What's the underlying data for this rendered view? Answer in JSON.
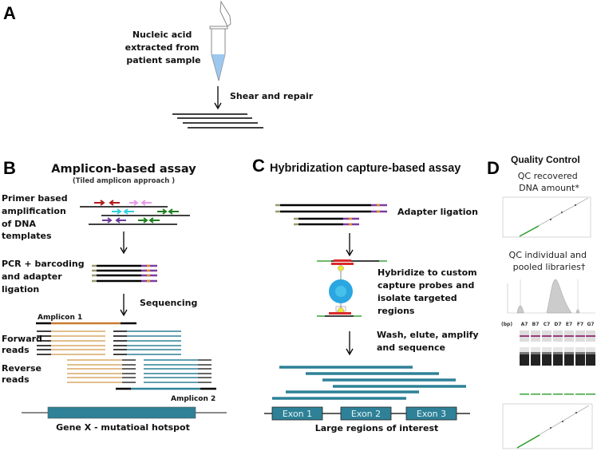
{
  "panel_a": {
    "letter": "A",
    "sample_label": [
      "Nucleic acid",
      "extracted from",
      "patient sample"
    ],
    "step_label": "Shear and repair"
  },
  "panel_b": {
    "letter": "B",
    "title": "Amplicon-based assay",
    "subtitle": "(Tiled amplicon approach )",
    "step1": [
      "Primer  based",
      "amplification",
      "of DNA",
      "templates"
    ],
    "step2": [
      "PCR + barcoding",
      "and adapter",
      "ligation"
    ],
    "step3": "Sequencing",
    "amplicon1": "Amplicon 1",
    "amplicon2": "Amplicon 2",
    "forward_reads": [
      "Forward",
      "reads"
    ],
    "reverse_reads": [
      "Reverse",
      "reads"
    ],
    "gene_label": "Gene X - mutatioal hotspot"
  },
  "panel_c": {
    "letter": "C",
    "title": "Hybridization capture-based assay",
    "step1": "Adapter ligation",
    "step2": [
      "Hybridize to custom",
      "capture probes and",
      "isolate targeted",
      "regions"
    ],
    "step3": [
      "Wash, elute, amplify",
      "and sequence"
    ],
    "exons": [
      "Exon 1",
      "Exon 2",
      "Exon 3"
    ],
    "region_label": "Large regions of interest"
  },
  "panel_d": {
    "letter": "D",
    "title": "Quality Control",
    "qc1": [
      "QC recovered",
      "DNA amount*"
    ],
    "qc2": [
      "QC individual and",
      "pooled libraries†"
    ],
    "gel_unit": "(bp)",
    "gel_lanes": [
      "A7",
      "B7",
      "C7",
      "D7",
      "E7",
      "F7",
      "G7"
    ]
  },
  "colors": {
    "teal": "#2e8197",
    "tan": "#d9a866",
    "amplicon_orange": "#c97a2e",
    "adapter_purple": "#7b3fa0",
    "barcode_orange": "#e08a2c",
    "adapter_tan": "#9c9a70",
    "probe_red": "#d92b2b",
    "probe_green": "#3aa33a",
    "bead_blue": "#2aa6e0",
    "liquid_blue": "#9cc8f0"
  }
}
